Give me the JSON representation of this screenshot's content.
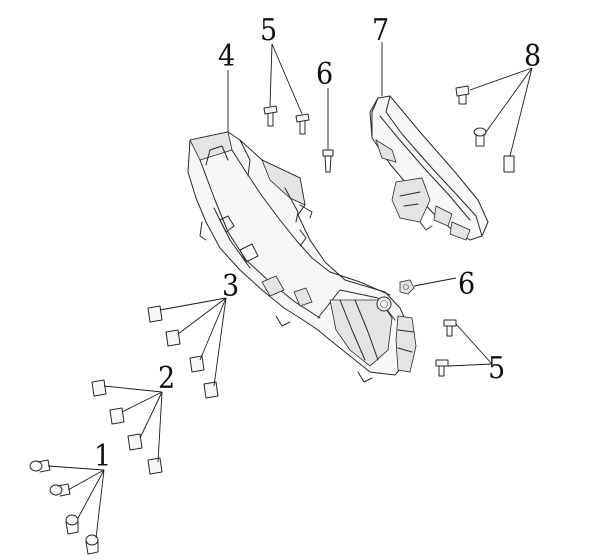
{
  "callouts": {
    "c1": "1",
    "c2": "2",
    "c3": "3",
    "c4": "4",
    "c5_top": "5",
    "c5_right": "5",
    "c6_top": "6",
    "c6_right": "6",
    "c7": "7",
    "c8": "8"
  },
  "colors": {
    "line": "#2a2a2a",
    "fill": "#f7f7f7"
  }
}
